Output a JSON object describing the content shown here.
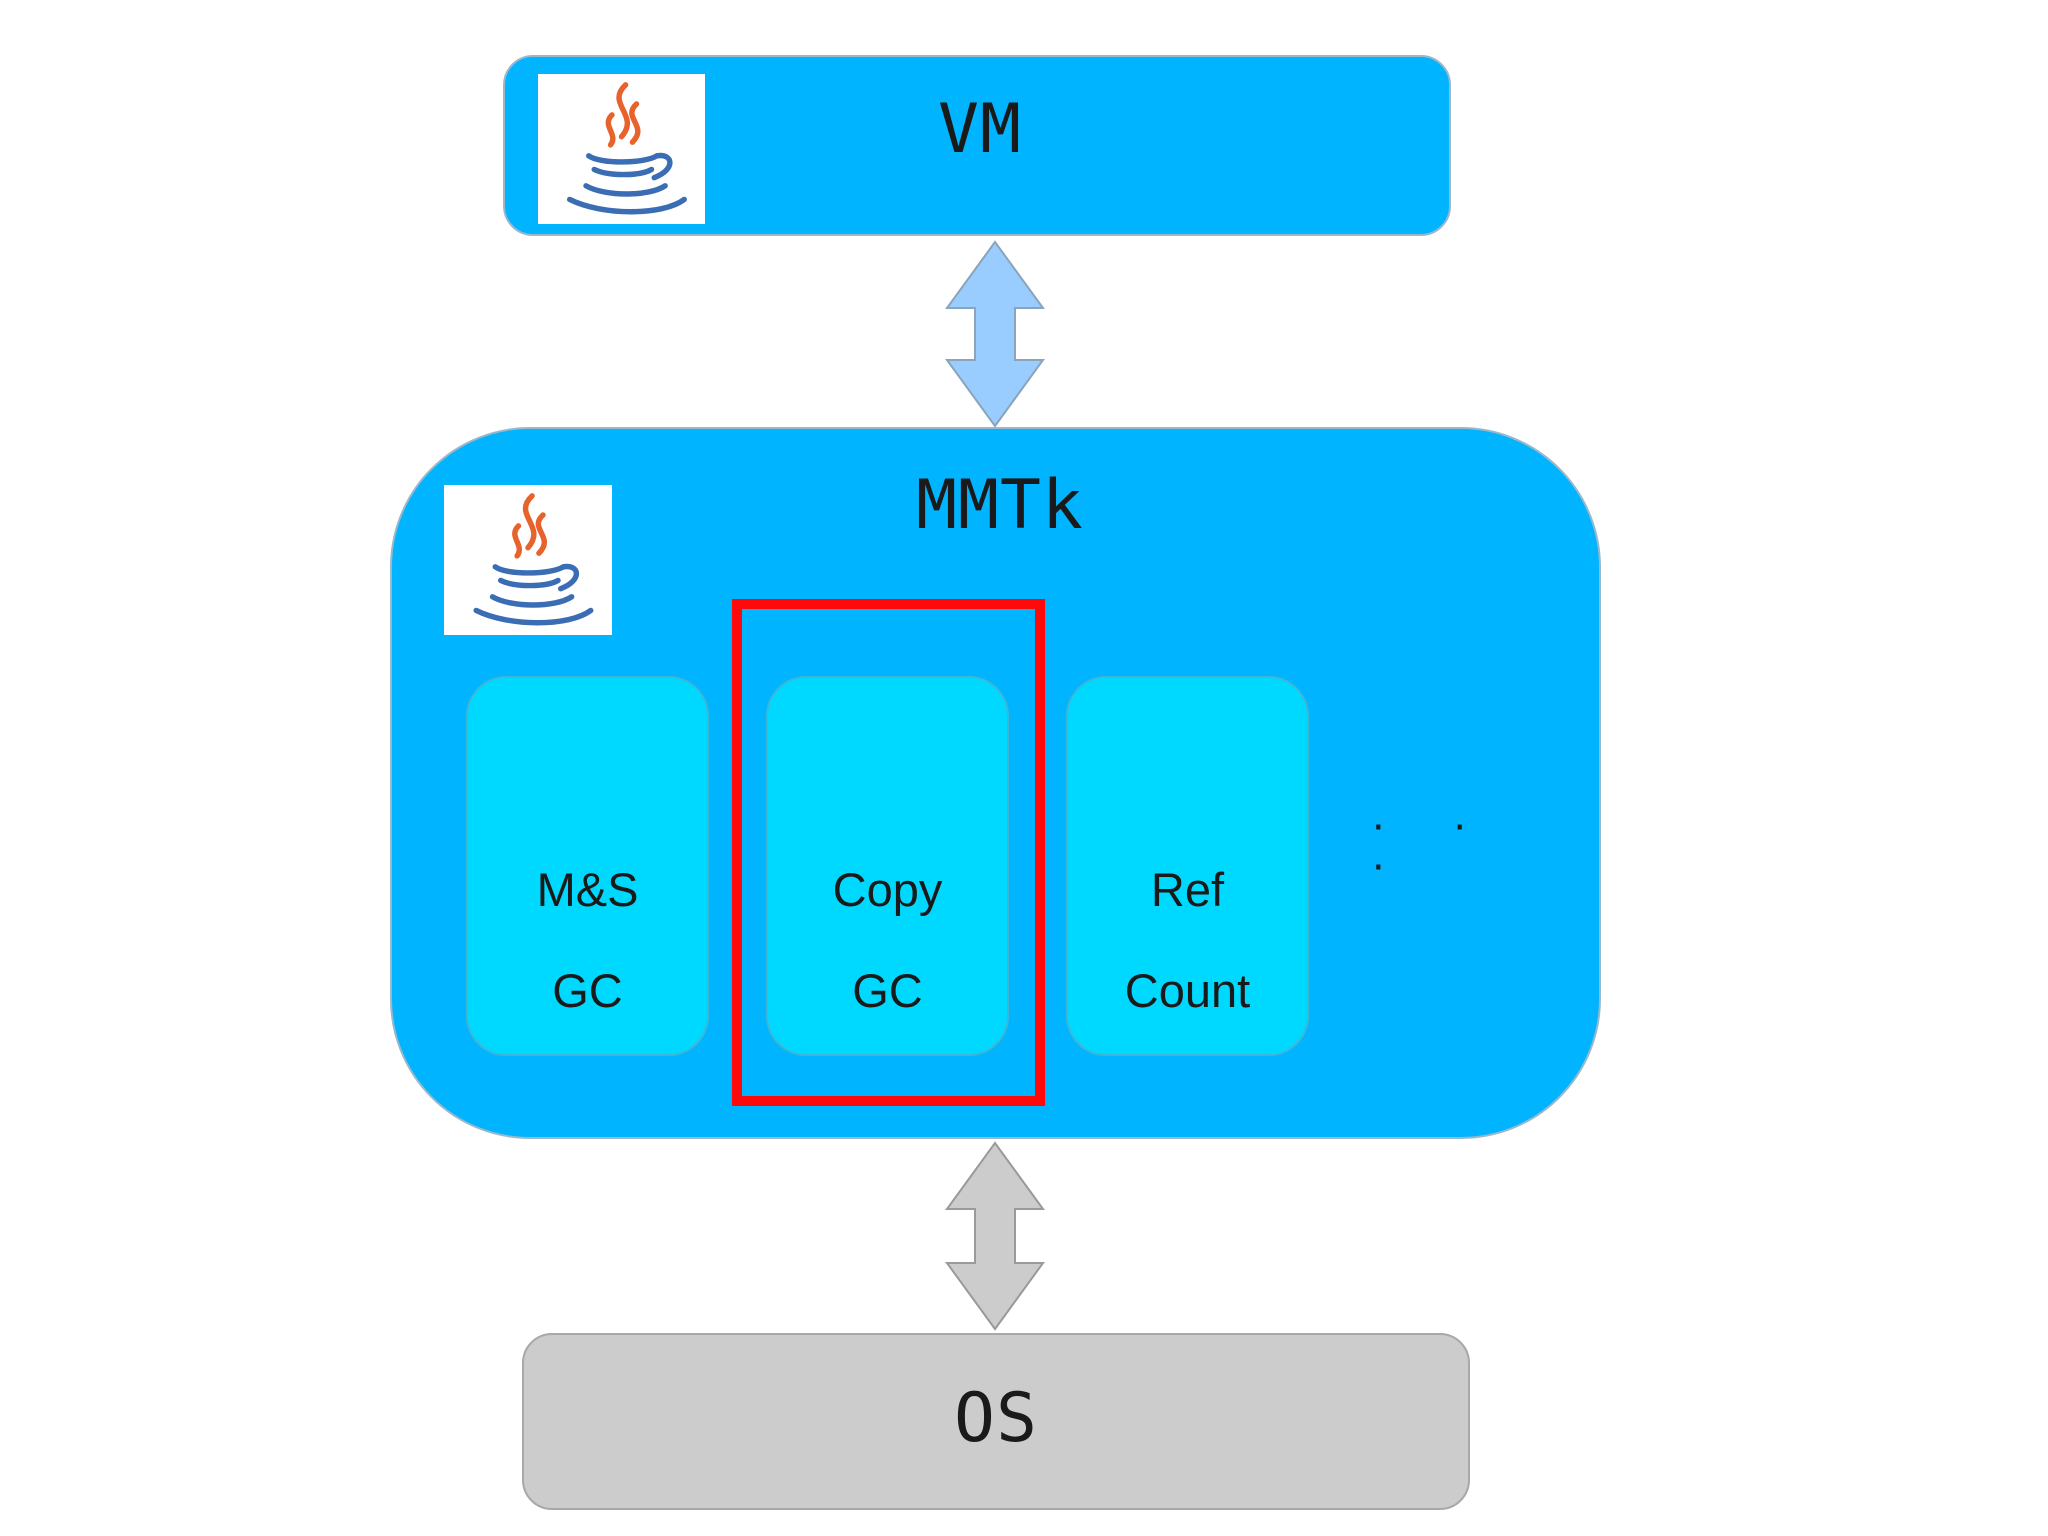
{
  "vm": {
    "title": "VM"
  },
  "mmtk": {
    "title": "MMTk",
    "collectors": [
      {
        "line1": "M&S",
        "line2": "GC"
      },
      {
        "line1": "Copy",
        "line2": "GC"
      },
      {
        "line1": "Ref",
        "line2": "Count"
      }
    ],
    "more": "· · ·"
  },
  "os": {
    "title": "OS"
  },
  "colors": {
    "vm_fill": "#00b4ff",
    "mmtk_fill": "#00b4ff",
    "gc_fill": "#00d9ff",
    "os_fill": "#cccccd",
    "highlight": "#ff0a0a",
    "arrow_top": "#99ccff",
    "arrow_bottom": "#cccccc"
  },
  "icons": {
    "vm_logo": "java-logo-icon",
    "mmtk_logo": "java-logo-icon",
    "vm_mmtk_link": "double-arrow-icon",
    "mmtk_os_link": "double-arrow-icon"
  }
}
